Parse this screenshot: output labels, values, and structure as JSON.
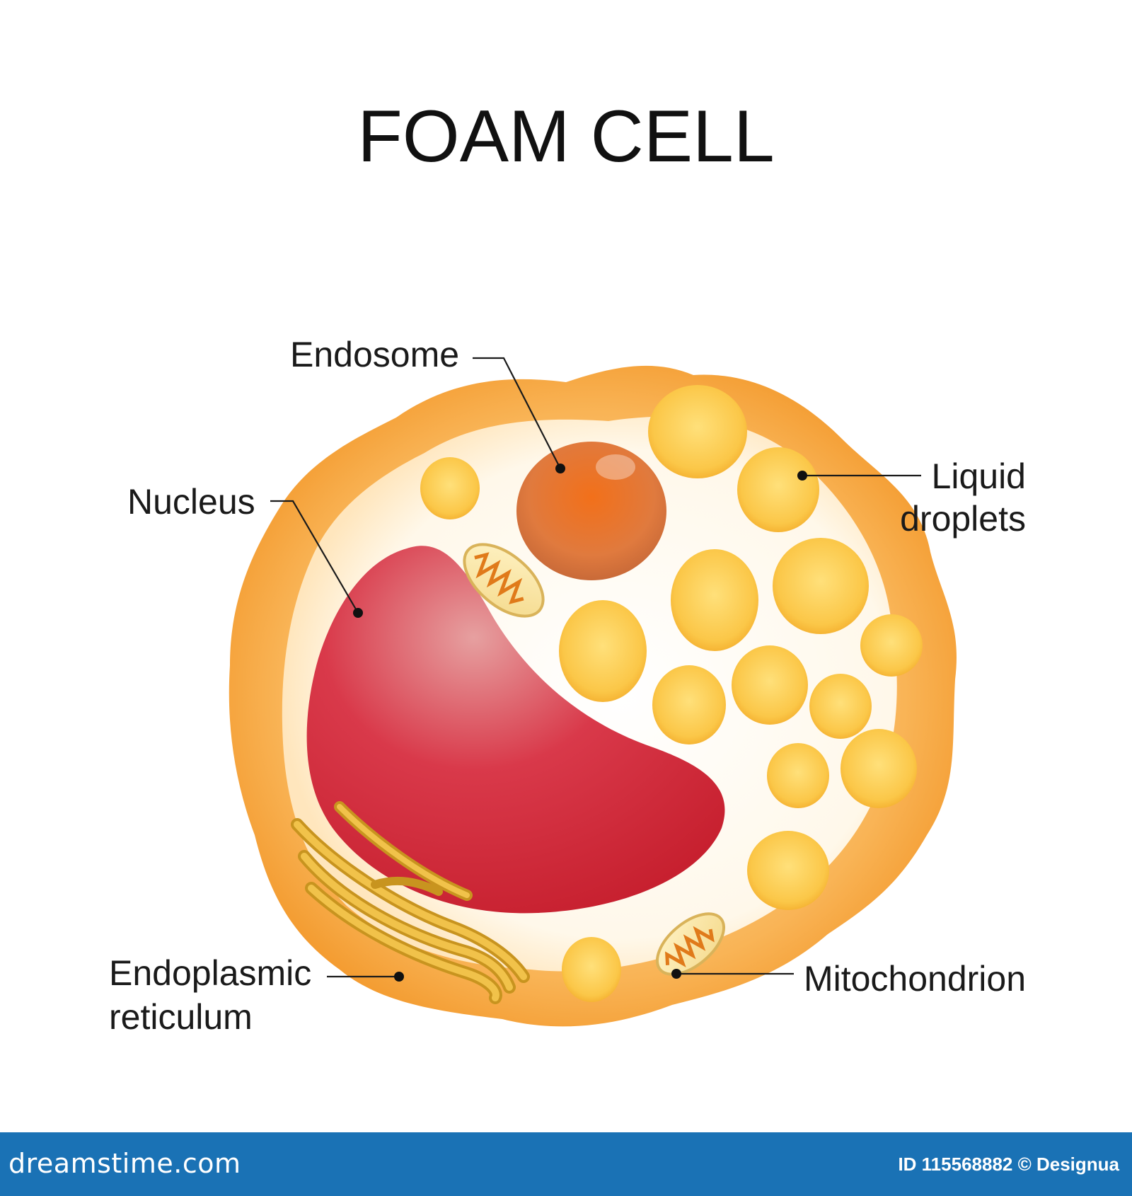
{
  "diagram": {
    "title": "FOAM CELL",
    "labels": {
      "endosome": "Endosome",
      "nucleus": "Nucleus",
      "liquid_line1": "Liquid",
      "liquid_line2": "droplets",
      "er_line1": "Endoplasmic",
      "er_line2": "reticulum",
      "mitochondrion": "Mitochondrion"
    }
  },
  "footer": {
    "site": "dreamstime.com",
    "id_text": "ID 115568882 © Designua"
  },
  "colors": {
    "cell_body": "#f6a43a",
    "cytoplasm": "#fffaf0",
    "nucleus": "#d9253a",
    "droplet": "#f9c343",
    "endosome": "#e8702a",
    "footer_bar": "#1a72b5"
  }
}
